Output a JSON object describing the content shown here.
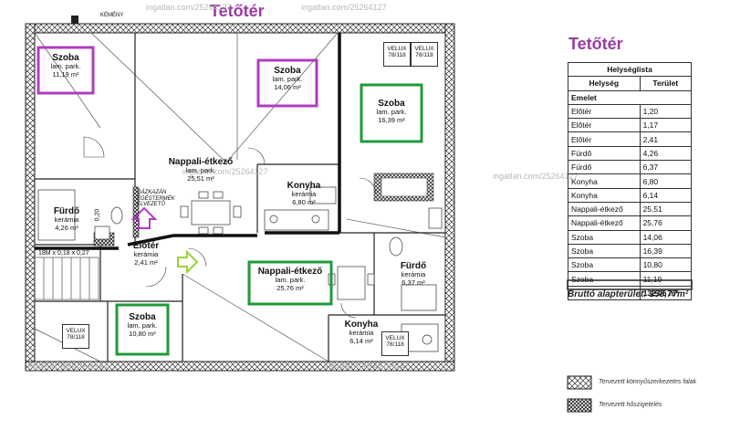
{
  "title": "Tetőtér",
  "side_title": "Tetőtér",
  "watermark": "ingatlan.com/25264127",
  "kemeny_label": "KÉMÉNY",
  "gas_note": "GÁZKAZÁN ÉGÉSTERMÉK ELVEZETŐ",
  "stair_label": "18M x 0,18 x 0,27",
  "dim_label": "0,20",
  "velux_label": "VELUX\n78/118",
  "rooms": {
    "szoba1": {
      "name": "Szoba",
      "sub": "lam. park.",
      "area": "11,19 m²"
    },
    "szoba2": {
      "name": "Szoba",
      "sub": "lam. park.",
      "area": "14,06 m²"
    },
    "szoba3": {
      "name": "Szoba",
      "sub": "lam. park.",
      "area": "16,39 m²"
    },
    "nappali1": {
      "name": "Nappali-étkező",
      "sub": "lam. park.",
      "area": "25,51 m²"
    },
    "konyha1": {
      "name": "Konyha",
      "sub": "kerámia",
      "area": "6,80 m²"
    },
    "furdo1": {
      "name": "Fürdő",
      "sub": "kerámia",
      "area": "4,26 m²"
    },
    "eloter": {
      "name": "Előtér",
      "sub": "kerámia",
      "area": "2,41 m²"
    },
    "nappali2": {
      "name": "Nappali-étkező",
      "sub": "lam. park.",
      "area": "25,76 m²"
    },
    "furdo2": {
      "name": "Fürdő",
      "sub": "kerámia",
      "area": "6,37 m²"
    },
    "szoba4": {
      "name": "Szoba",
      "sub": "lam. park.",
      "area": "10,80 m²"
    },
    "konyha2": {
      "name": "Konyha",
      "sub": "kerámia",
      "area": "6,14 m²"
    }
  },
  "room_table": {
    "caption": "Helységlista",
    "col_room": "Helység",
    "col_area": "Terület",
    "group": "Emelet",
    "rows": [
      {
        "name": "Előtér",
        "area": "1,20"
      },
      {
        "name": "Előtér",
        "area": "1,17"
      },
      {
        "name": "Előtér",
        "area": "2,41"
      },
      {
        "name": "Fürdő",
        "area": "4,26"
      },
      {
        "name": "Fürdő",
        "area": "6,37"
      },
      {
        "name": "Konyha",
        "area": "6,80"
      },
      {
        "name": "Konyha",
        "area": "6,14"
      },
      {
        "name": "Nappali-étkező",
        "area": "25,51"
      },
      {
        "name": "Nappali-étkező",
        "area": "25,76"
      },
      {
        "name": "Szoba",
        "area": "14,06"
      },
      {
        "name": "Szoba",
        "area": "16,39"
      },
      {
        "name": "Szoba",
        "area": "10,80"
      },
      {
        "name": "Szoba",
        "area": "11,19"
      }
    ],
    "total": "132,06 m²"
  },
  "brutto": "Bruttó alapterület: 158,77m²",
  "legend": {
    "light_walls": "Tervezett könnyűszerkezetes falak",
    "insulation": "Tervezett hőszigetelés"
  },
  "colors": {
    "title": "#9b3aa3",
    "highlight_purple": "#b03cc0",
    "highlight_green": "#1f9a3a"
  }
}
